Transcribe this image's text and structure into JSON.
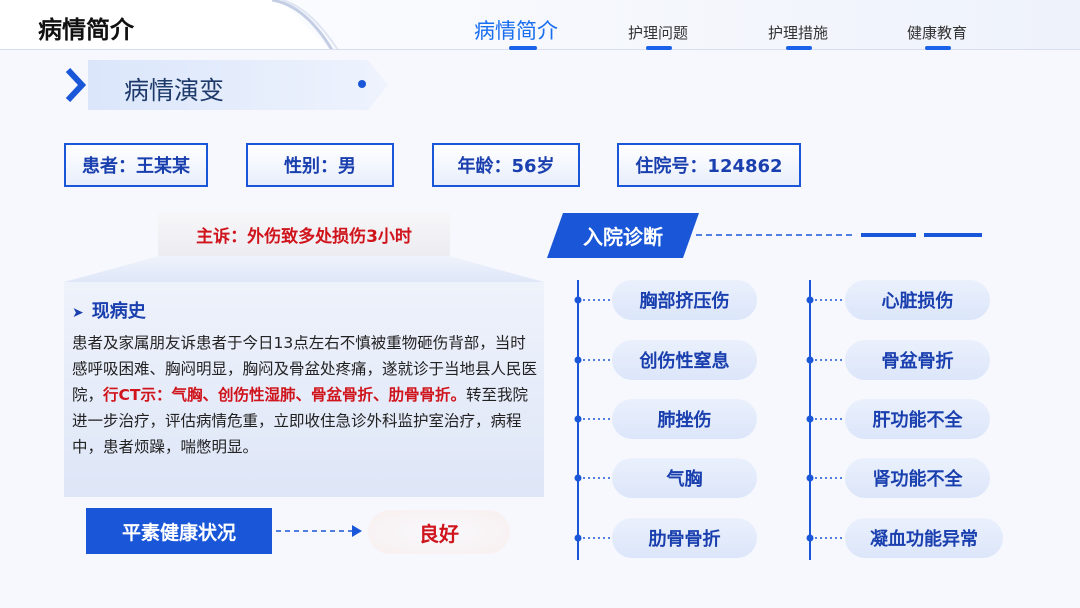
{
  "header": {
    "title": "病情简介",
    "nav": [
      {
        "label": "病情简介",
        "active": true
      },
      {
        "label": "护理问题",
        "active": false
      },
      {
        "label": "护理措施",
        "active": false
      },
      {
        "label": "健康教育",
        "active": false
      }
    ]
  },
  "section": {
    "title": "病情演变"
  },
  "patient": {
    "name": "患者：王某某",
    "gender": "性别：男",
    "age": "年龄：56岁",
    "admission_no": "住院号：124862"
  },
  "complaint": "主诉：外伤致多处损伤3小时",
  "history": {
    "title": "现病史",
    "text_before": "患者及家属朋友诉患者于今日13点左右不慎被重物砸伤背部，当时感呼吸困难、胸闷明显，胸闷及骨盆处疼痛，遂就诊于当地县人民医院，",
    "text_highlight": "行CT示：气胸、创伤性湿肺、骨盆骨折、肋骨骨折。",
    "text_after": "转至我院进一步治疗，评估病情危重，立即收住急诊外科监护室治疗，病程中，患者烦躁，喘憋明显。"
  },
  "health_status": {
    "label": "平素健康状况",
    "value": "良好"
  },
  "diagnosis": {
    "title": "入院诊断",
    "left": [
      "胸部挤压伤",
      "创伤性窒息",
      "肺挫伤",
      "气胸",
      "肋骨骨折"
    ],
    "right": [
      "心脏损伤",
      "骨盆骨折",
      "肝功能不全",
      "肾功能不全",
      "凝血功能异常"
    ]
  },
  "colors": {
    "primary": "#1a56d8",
    "highlight": "#d0141c",
    "nav_active": "#1a6ef0"
  }
}
